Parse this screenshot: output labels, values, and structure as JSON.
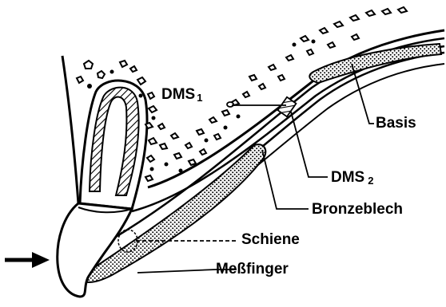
{
  "diagram": {
    "labels": {
      "dms1": {
        "main": "DMS",
        "sub": "1"
      },
      "dms2": {
        "main": "DMS",
        "sub": "2"
      },
      "basis": "Basis",
      "bronzeblech": "Bronzeblech",
      "schiene": "Schiene",
      "messfinger": "Meßfinger"
    },
    "colors": {
      "ink": "#000000",
      "paper": "#ffffff"
    },
    "icons": {
      "force_arrow": "arrow-right"
    }
  }
}
